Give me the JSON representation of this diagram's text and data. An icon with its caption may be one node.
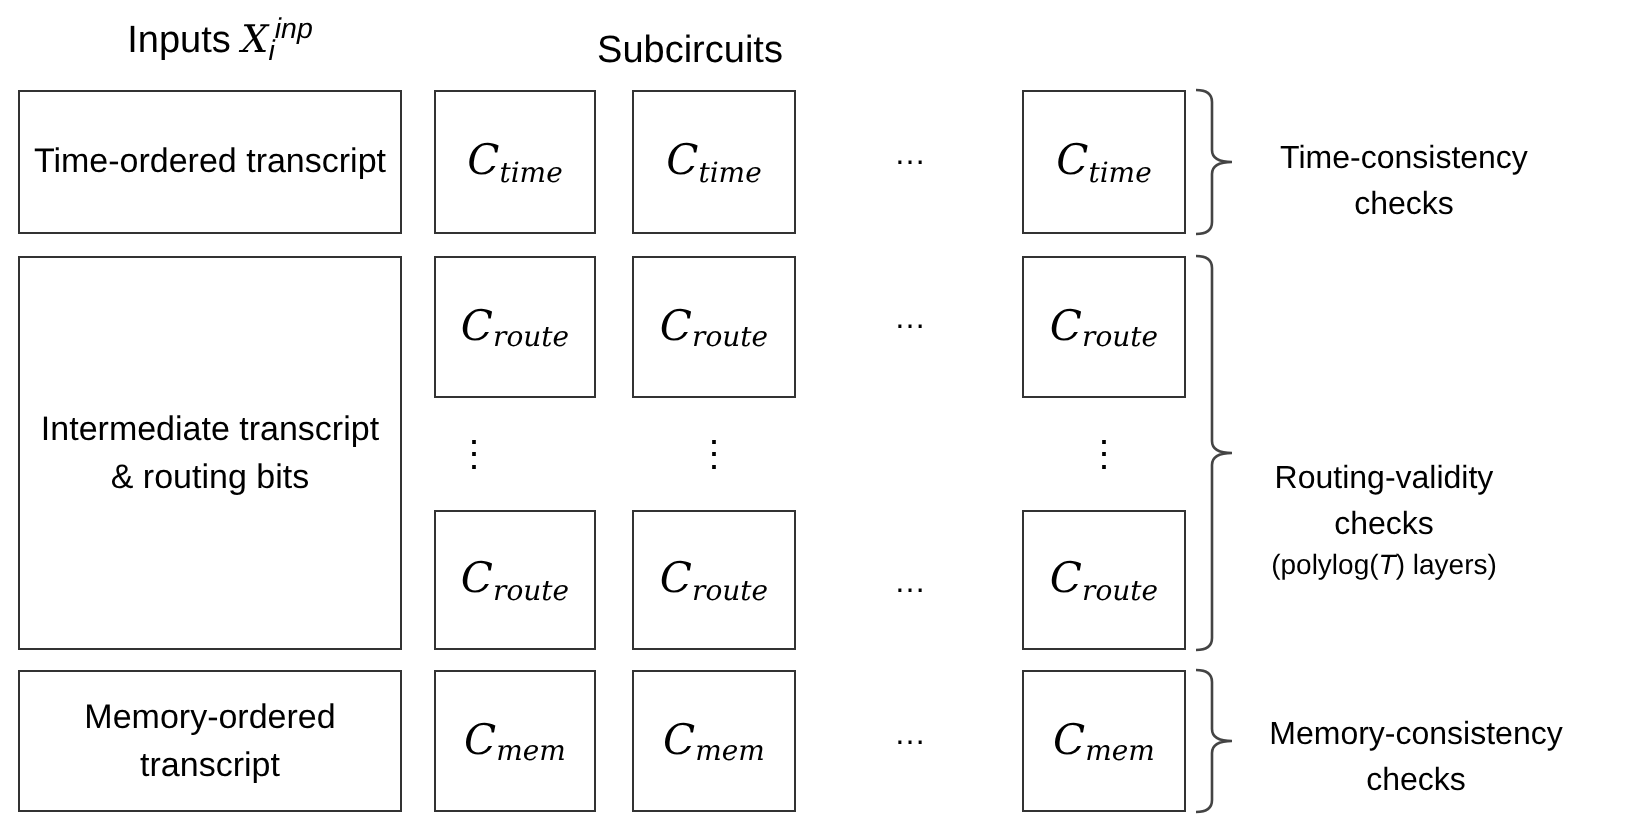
{
  "diagram": {
    "nodes": [
      {
        "text": [
          "Time-ordered transcript"
        ]
      },
      {
        "text": [
          "C$_{time}$"
        ]
      },
      {
        "text": [
          "C$_{time}$"
        ]
      },
      {
        "text": [
          "C$_{time}$"
        ]
      },
      {
        "text": [
          "Intermediate transcript & routing bits"
        ]
      },
      {
        "text": [
          "C$_{route}$"
        ]
      },
      {
        "text": [
          "C$_{route}$"
        ]
      },
      {
        "text": [
          "C$_{route}$"
        ]
      },
      {
        "text": [
          "C$_{route}$"
        ]
      },
      {
        "text": [
          "C$_{route}$"
        ]
      },
      {
        "text": [
          "C$_{route}$"
        ]
      },
      {
        "text": [
          "Memory-ordered transcript"
        ]
      },
      {
        "text": [
          "C$_{mem}$"
        ]
      },
      {
        "text": [
          "C$_{mem}$"
        ]
      },
      {
        "text": [
          "C$_{mem}$"
        ]
      }
    ],
    "edges": [],
    "labels": [
      "Inputs *X*$_{i}$$^{inp}$",
      "Subcircuits",
      "…",
      "Time-consistency checks",
      "…",
      "⋮",
      "⋮",
      "⋮",
      "Routing-validity checks",
      "(polylog(*T*) layers)",
      "…",
      "…",
      "Memory-consistency checks"
    ]
  }
}
